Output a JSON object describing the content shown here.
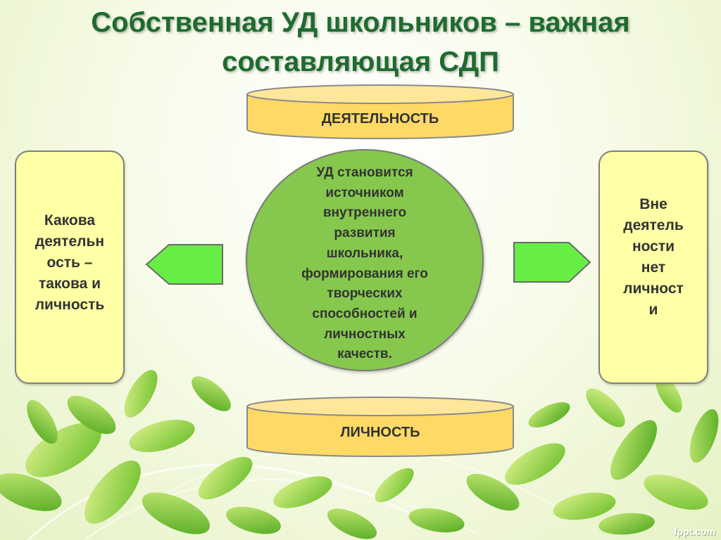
{
  "slide": {
    "title_line1": "Собственная  УД школьников – важная",
    "title_line2": "составляющая СДП"
  },
  "top_cylinder": {
    "label": "ДЕЯТЕЛЬНОСТЬ"
  },
  "bottom_cylinder": {
    "label": "ЛИЧНОСТЬ"
  },
  "center_circle": {
    "text": "УД становится\nисточником\nвнутреннего\nразвития\nшкольника,\nформирования его\nтворческих\nспособностей и\nличностных\nкачеств."
  },
  "left_box": {
    "text": "Какова\nдеятельн\nость –\nтакова и\nличность"
  },
  "right_box": {
    "text": "Вне\nдеятель\nности\nнет\nличност\nи"
  },
  "arrows": {
    "left": "arrow-left-icon",
    "right": "arrow-right-icon"
  },
  "watermark": "fppt.com",
  "colors": {
    "title": "#1e6b2f",
    "cylinder_fill": "#ffd966",
    "side_box_fill": "#ffffa6",
    "circle_fill": "#86c84e",
    "arrow_fill": "#66ee44"
  }
}
